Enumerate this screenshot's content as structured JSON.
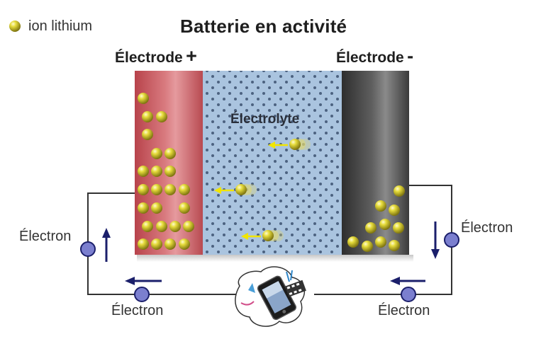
{
  "title": "Batterie en activité",
  "legend": {
    "label": "ion lithium",
    "color": "#d8cc2a"
  },
  "electrodes": {
    "positive": {
      "label": "Électrode",
      "sign": "+",
      "color": "#c94f57"
    },
    "negative": {
      "label": "Électrode",
      "sign": "-",
      "color": "#4a4a4a"
    }
  },
  "electrolyte": {
    "label": "Électrolyte",
    "color": "#a9c3df"
  },
  "electron_labels": {
    "left": "Électron",
    "bottom_left": "Électron",
    "bottom_right": "Électron",
    "right": "Électron"
  },
  "colors": {
    "electron": "#7b7fcf",
    "arrow": "#1b1f6b",
    "ion_arrow": "#f1e500",
    "wire": "#333333"
  },
  "icons": {
    "device": "media-phone-icon"
  }
}
